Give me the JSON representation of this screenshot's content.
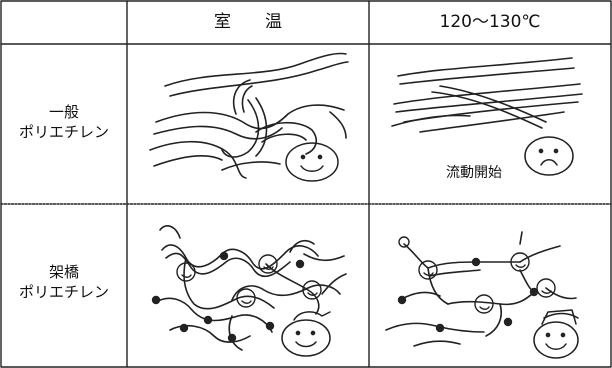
{
  "header": {
    "col1": "室　　温",
    "col2": "120〜130℃"
  },
  "rows": [
    {
      "label_line1": "一般",
      "label_line2": "ポリエチレン"
    },
    {
      "label_line1": "架橋",
      "label_line2": "ポリエチレン"
    }
  ],
  "annotations": {
    "flow_start": "流動開始"
  }
}
